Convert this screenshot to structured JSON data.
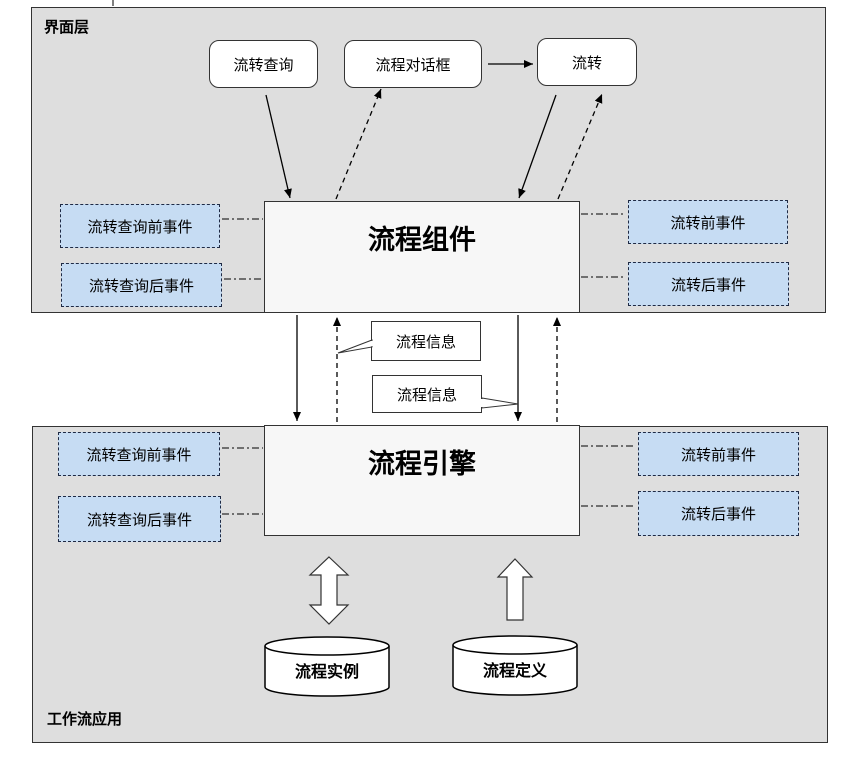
{
  "ui_layer": {
    "title": "界面层",
    "buttons": [
      "流转查询",
      "流程对话框",
      "流转"
    ],
    "component": "流程组件",
    "left_events": [
      "流转查询前事件",
      "流转查询后事件"
    ],
    "right_events": [
      "流转前事件",
      "流转后事件"
    ]
  },
  "callouts": [
    "流程信息",
    "流程信息"
  ],
  "app_layer": {
    "title": "工作流应用",
    "engine": "流程引擎",
    "left_events": [
      "流转查询前事件",
      "流转查询后事件"
    ],
    "right_events": [
      "流转前事件",
      "流转后事件"
    ],
    "stores": [
      "流程实例",
      "流程定义"
    ]
  }
}
